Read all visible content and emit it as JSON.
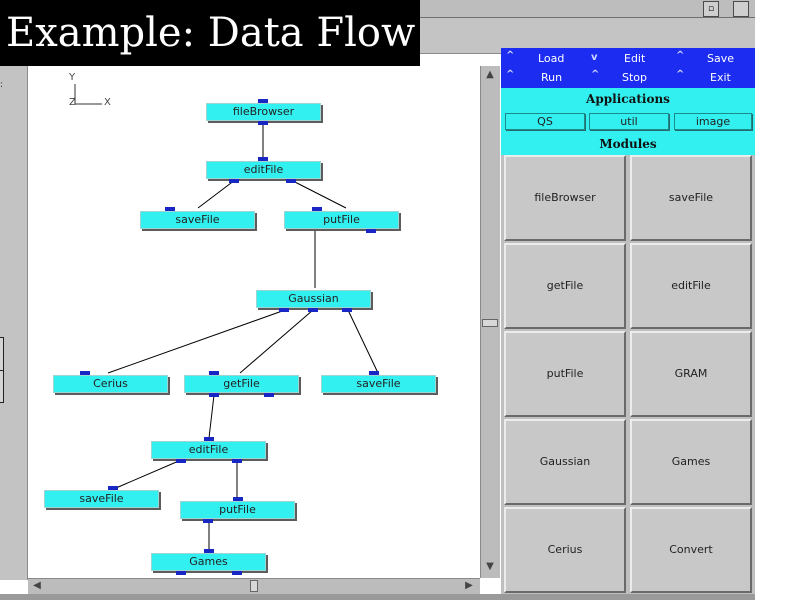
{
  "slide_title": "Example: Data Flow",
  "axes": {
    "y": "Y",
    "z": "Z",
    "x": "X"
  },
  "commands": [
    {
      "label": "Load"
    },
    {
      "label": "Edit"
    },
    {
      "label": "Save"
    },
    {
      "label": "Run"
    },
    {
      "label": "Stop"
    },
    {
      "label": "Exit"
    }
  ],
  "applications": {
    "heading": "Applications",
    "buttons": [
      "QS",
      "util",
      "image"
    ]
  },
  "modules": {
    "heading": "Modules",
    "buttons": [
      "fileBrowser",
      "saveFile",
      "getFile",
      "editFile",
      "putFile",
      "GRAM",
      "Gaussian",
      "Games",
      "Cerius",
      "Convert"
    ]
  },
  "graph_nodes": [
    "fileBrowser",
    "editFile",
    "saveFile",
    "putFile",
    "Gaussian",
    "Cerius",
    "getFile",
    "saveFile",
    "editFile",
    "saveFile",
    "putFile",
    "Games"
  ],
  "colors": {
    "node": "#33f0f0",
    "port": "#1826c4",
    "command_bar": "#1c2cf0",
    "panel": "#bfbfbf"
  },
  "icons": {
    "caret": "chevron-up-icon",
    "scroll_up": "arrow-up-icon",
    "scroll_down": "arrow-down-icon",
    "scroll_left": "arrow-left-icon",
    "scroll_right": "arrow-right-icon"
  }
}
